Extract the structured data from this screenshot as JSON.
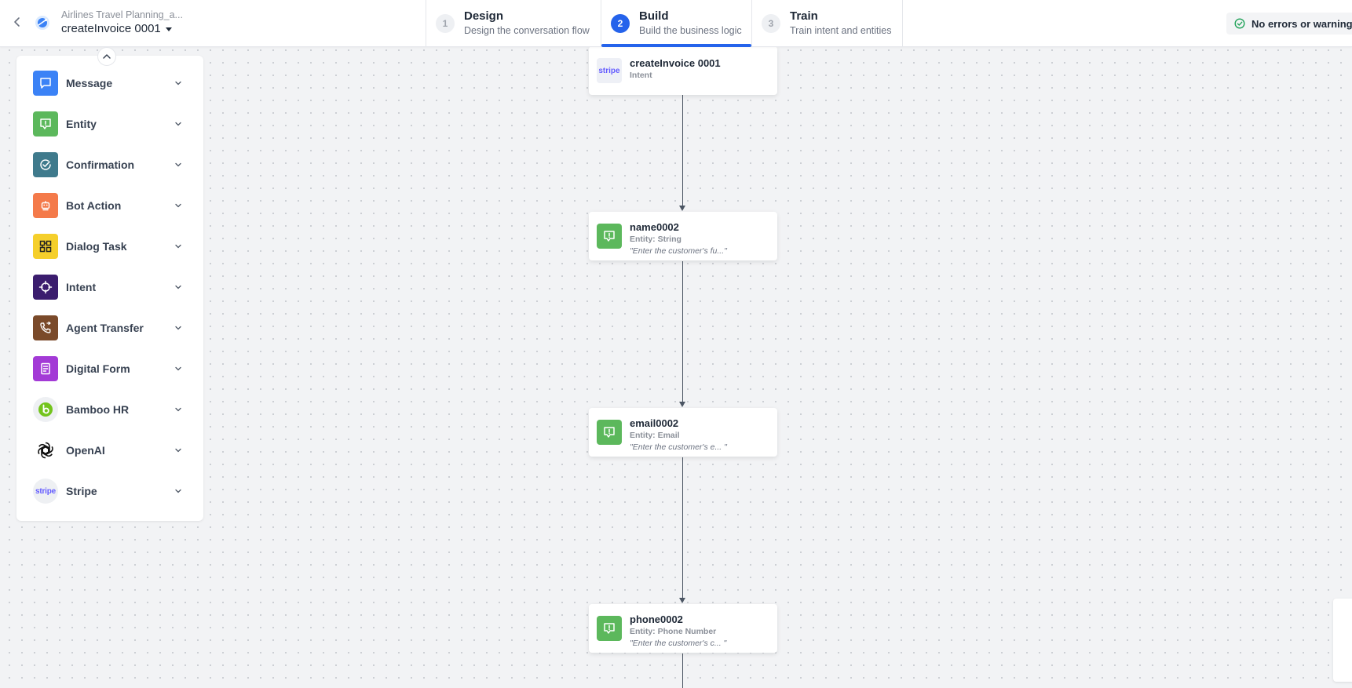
{
  "header": {
    "app_name": "Airlines Travel Planning_a...",
    "task_name": "createInvoice 0001",
    "status_text": "No errors or warnings"
  },
  "steps": [
    {
      "number": "1",
      "title": "Design",
      "subtitle": "Design the conversation flow",
      "active": false
    },
    {
      "number": "2",
      "title": "Build",
      "subtitle": "Build the business logic",
      "active": true
    },
    {
      "number": "3",
      "title": "Train",
      "subtitle": "Train intent and entities",
      "active": false
    }
  ],
  "palette": [
    {
      "label": "Message",
      "icon": "message-icon",
      "color": "#3b82f6"
    },
    {
      "label": "Entity",
      "icon": "entity-icon",
      "color": "#5cb85c"
    },
    {
      "label": "Confirmation",
      "icon": "confirmation-icon",
      "color": "#3f7a8c"
    },
    {
      "label": "Bot Action",
      "icon": "bot-action-icon",
      "color": "#f47a4a"
    },
    {
      "label": "Dialog Task",
      "icon": "dialog-task-icon",
      "color": "#f5cf2b"
    },
    {
      "label": "Intent",
      "icon": "intent-icon",
      "color": "#3b1d6e"
    },
    {
      "label": "Agent Transfer",
      "icon": "agent-transfer-icon",
      "color": "#7a4a2a"
    },
    {
      "label": "Digital Form",
      "icon": "digital-form-icon",
      "color": "#a33ad6"
    },
    {
      "label": "Bamboo HR",
      "icon": "bamboo-hr-icon",
      "color": "#73c41d"
    },
    {
      "label": "OpenAI",
      "icon": "openai-icon",
      "color": "#111111"
    },
    {
      "label": "Stripe",
      "icon": "stripe-icon",
      "color": "#635bff"
    }
  ],
  "stripe_logo_text": "stripe",
  "flow_nodes": [
    {
      "title": "createInvoice 0001",
      "subtitle": "Intent",
      "prompt": "",
      "type": "intent"
    },
    {
      "title": "name0002",
      "subtitle": "Entity: String",
      "prompt": "\"Enter the customer's fu...\"",
      "type": "entity"
    },
    {
      "title": "email0002",
      "subtitle": "Entity: Email",
      "prompt": "\"Enter the customer's e... \"",
      "type": "entity"
    },
    {
      "title": "phone0002",
      "subtitle": "Entity: Phone Number",
      "prompt": "\"Enter the customer's c... \"",
      "type": "entity"
    }
  ]
}
